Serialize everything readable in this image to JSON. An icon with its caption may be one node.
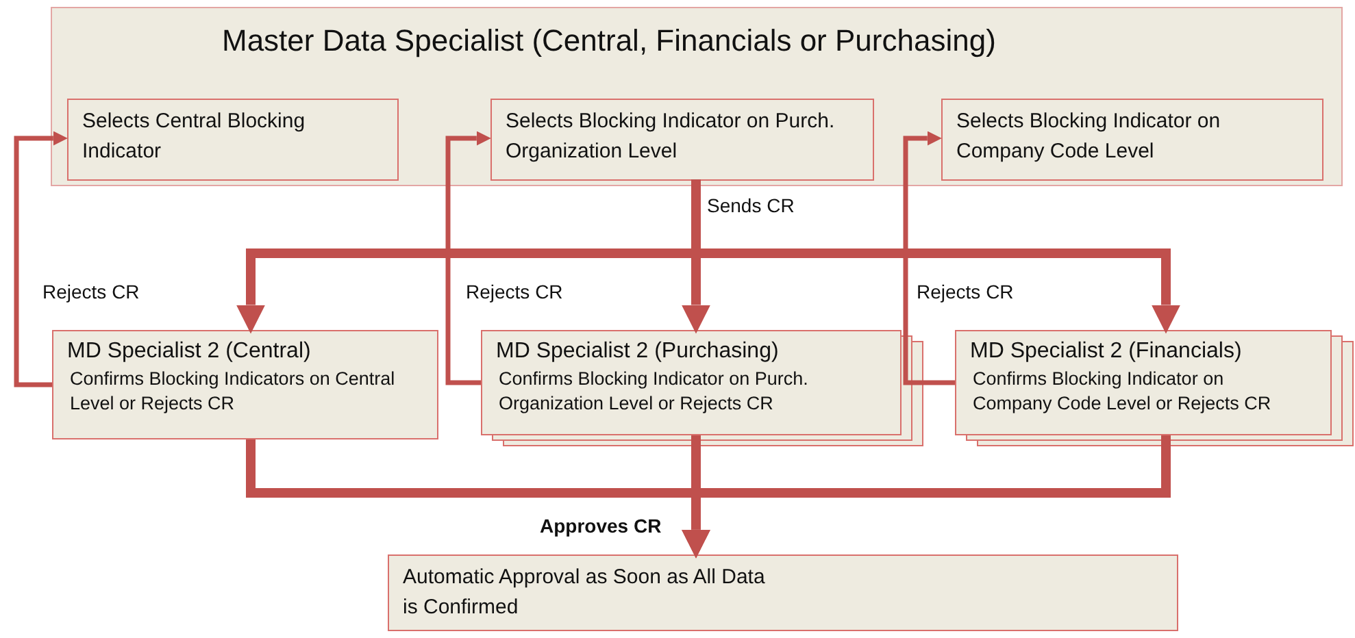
{
  "diagram": {
    "nodes": [
      {
        "text": [
          "Master Data Specialist (Central, Financials or Purchasing)"
        ]
      },
      {
        "text": [
          "Selects Central Blocking Indicator"
        ],
        "in": 0
      },
      {
        "text": [
          "Selects Blocking Indicator on Purch. Organization Level"
        ],
        "in": 0
      },
      {
        "text": [
          "Selects Blocking Indicator on Company Code Level"
        ],
        "in": 0
      },
      {
        "text": [
          "MD Specialist 2 (Central)",
          "Confirms Blocking Indicators on Central Level or Rejects CR"
        ]
      },
      {
        "text": [
          "MD Specialist 2 (Purchasing)",
          "Confirms Blocking Indicator on Purch. Organization Level or Rejects CR"
        ]
      },
      {
        "text": [
          "MD Specialist 2 (Financials)",
          "Confirms Blocking Indicator on Company Code Level or Rejects CR"
        ]
      },
      {
        "text": [
          "Automatic Approval as Soon as All Data is Confirmed"
        ]
      }
    ],
    "edges": [
      {
        "from": 2,
        "to": 4,
        "arrow": "to"
      },
      {
        "from": 2,
        "to": 5,
        "arrow": "to",
        "label": "Sends CR"
      },
      {
        "from": 2,
        "to": 6,
        "arrow": "to"
      },
      {
        "from": 4,
        "to": 1,
        "arrow": "to",
        "label": "Rejects CR"
      },
      {
        "from": 5,
        "to": 2,
        "arrow": "to",
        "label": "Rejects CR"
      },
      {
        "from": 6,
        "to": 3,
        "arrow": "to",
        "label": "Rejects CR"
      },
      {
        "from": 4,
        "to": 7,
        "arrow": "to"
      },
      {
        "from": 5,
        "to": 7,
        "arrow": "to",
        "label": "Approves CR"
      },
      {
        "from": 6,
        "to": 7,
        "arrow": "to"
      }
    ]
  }
}
